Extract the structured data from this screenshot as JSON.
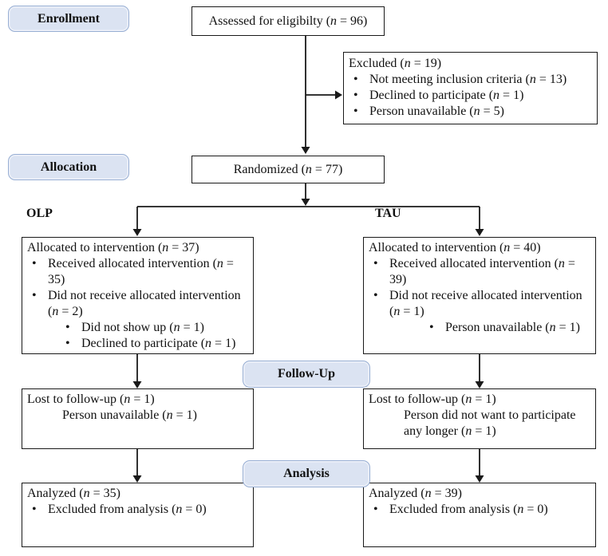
{
  "stages": [
    {
      "id": "enrollment",
      "label": "Enrollment"
    },
    {
      "id": "allocation",
      "label": "Allocation"
    },
    {
      "id": "followup",
      "label": "Follow-Up"
    },
    {
      "id": "analysis",
      "label": "Analysis"
    }
  ],
  "arms": {
    "left": "OLP",
    "right": "TAU"
  },
  "bullet_char": "•",
  "boxes": {
    "assessed": {
      "lines": [
        {
          "s": "h",
          "t": "Assessed for eligibilty (n = 96)"
        }
      ]
    },
    "excluded": {
      "lines": [
        {
          "s": "h",
          "t": "Excluded (n = 19)"
        },
        {
          "s": "b1",
          "t": "Not meeting inclusion criteria (n = 13)"
        },
        {
          "s": "b1",
          "t": "Declined to participate (n = 1)"
        },
        {
          "s": "b1",
          "t": "Person unavailable (n = 5)"
        }
      ]
    },
    "randomized": {
      "lines": [
        {
          "s": "h",
          "t": "Randomized (n = 77)"
        }
      ]
    },
    "allocated_left": {
      "lines": [
        {
          "s": "h",
          "t": "Allocated to intervention (n = 37)"
        },
        {
          "s": "b1",
          "t": "Received allocated intervention (n = 35)"
        },
        {
          "s": "b1",
          "t": "Did not receive allocated intervention (n  = 2)"
        },
        {
          "s": "b2",
          "t": "Did not show up (n = 1)"
        },
        {
          "s": "b2",
          "t": "Declined to participate (n = 1)"
        }
      ]
    },
    "allocated_right": {
      "lines": [
        {
          "s": "h",
          "t": "Allocated to intervention (n = 40)"
        },
        {
          "s": "b1",
          "t": "Received allocated intervention (n = 39)"
        },
        {
          "s": "b1",
          "t": "Did not receive allocated intervention (n = 1)"
        },
        {
          "s": "b2w",
          "t": "Person unavailable (n = 1)"
        }
      ]
    },
    "followup_left": {
      "lines": [
        {
          "s": "h",
          "t": "Lost to follow-up (n = 1)"
        },
        {
          "s": "ind",
          "t": "Person unavailable (n = 1)"
        }
      ]
    },
    "followup_right": {
      "lines": [
        {
          "s": "h",
          "t": "Lost to follow-up (n = 1)"
        },
        {
          "s": "ind",
          "t": "Person did not want to participate any longer (n = 1)"
        }
      ]
    },
    "analyzed_left": {
      "lines": [
        {
          "s": "h",
          "t": "Analyzed (n = 35)"
        },
        {
          "s": "b1",
          "t": "Excluded from analysis (n = 0)"
        }
      ]
    },
    "analyzed_right": {
      "lines": [
        {
          "s": "h",
          "t": "Analyzed (n = 39)"
        },
        {
          "s": "b1",
          "t": "Excluded from analysis (n = 0)"
        }
      ]
    }
  },
  "colors": {
    "stage_fill": "#dbe3f2",
    "stage_border": "#96add3",
    "box_border": "#1a1a1a",
    "arrow": "#1a1a1a"
  }
}
